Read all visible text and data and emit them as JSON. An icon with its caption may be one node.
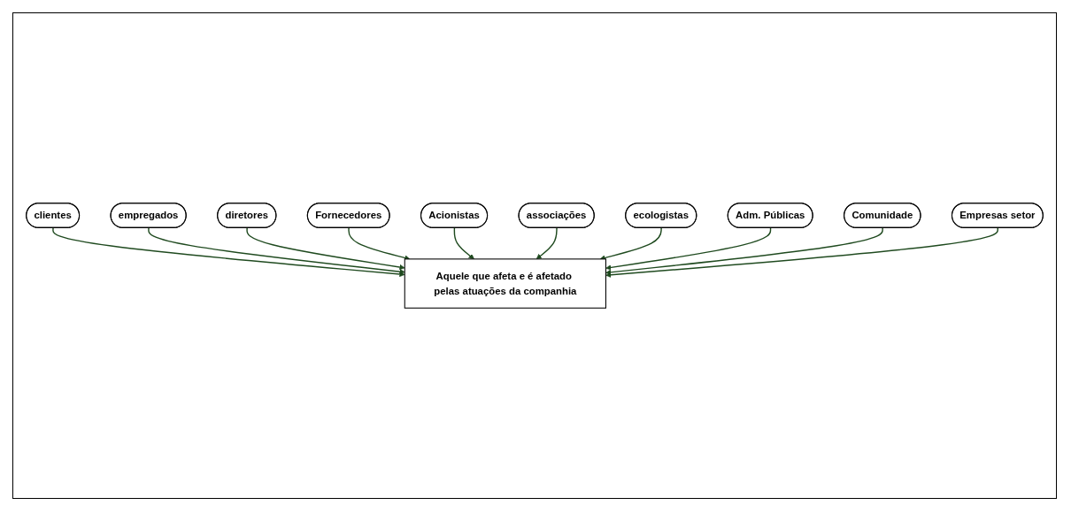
{
  "diagram": {
    "nodes": [
      {
        "text": [
          "empregados"
        ]
      },
      {
        "text": [
          "clientes"
        ]
      },
      {
        "text": [
          "diretores"
        ]
      },
      {
        "text": [
          "Fornecedores"
        ]
      },
      {
        "text": [
          "Aquele que afeta e é afetado pelas atuações da companhia"
        ]
      },
      {
        "text": [
          "Acionistas"
        ]
      },
      {
        "text": [
          "associações"
        ]
      },
      {
        "text": [
          "ecologistas"
        ]
      },
      {
        "text": [
          "Adm. Públicas"
        ]
      },
      {
        "text": [
          "Comunidade"
        ]
      },
      {
        "text": [
          "Empresas setor"
        ]
      }
    ],
    "edges": [
      {
        "from": 1,
        "to": 4,
        "arrow": "to"
      },
      {
        "from": 0,
        "to": 4,
        "arrow": "to"
      },
      {
        "from": 2,
        "to": 4,
        "arrow": "to"
      },
      {
        "from": 3,
        "to": 4,
        "arrow": "to"
      },
      {
        "from": 5,
        "to": 4,
        "arrow": "to"
      },
      {
        "from": 6,
        "to": 4,
        "arrow": "to"
      },
      {
        "from": 7,
        "to": 4,
        "arrow": "to"
      },
      {
        "from": 8,
        "to": 4,
        "arrow": "to"
      },
      {
        "from": 9,
        "to": 4,
        "arrow": "to"
      },
      {
        "from": 10,
        "to": 4,
        "arrow": "to"
      }
    ]
  }
}
